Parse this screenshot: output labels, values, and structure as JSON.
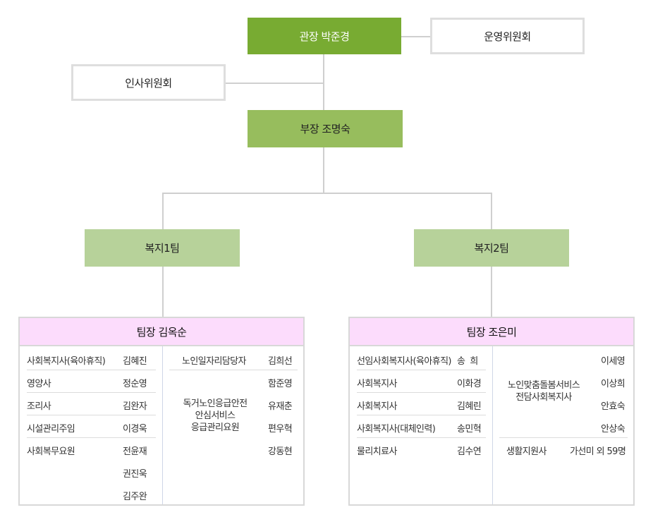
{
  "director": "관장 박준경",
  "committee_operations": "운영위원회",
  "committee_hr": "인사위원회",
  "deputy": "부장 조명숙",
  "team1": {
    "name": "복지1팀",
    "leader": "팀장 김옥순",
    "left_rows": [
      {
        "role": "사회복지사(육아휴직)",
        "name": "김혜진"
      },
      {
        "role": "영양사",
        "name": "정순영"
      },
      {
        "role": "조리사",
        "name": "김완자"
      },
      {
        "role": "시설관리주임",
        "name": "이경욱"
      },
      {
        "role": "사회복무요원",
        "name": "전윤재"
      },
      {
        "role": "",
        "name": "권진욱"
      },
      {
        "role": "",
        "name": "김주완"
      }
    ],
    "right_top": {
      "role": "노인일자리담당자",
      "name": "김희선"
    },
    "right_group": {
      "role_lines": [
        "독거노인응급안전",
        "안심서비스",
        "응급관리요원"
      ],
      "names": [
        "함준영",
        "유재춘",
        "편우혁",
        "강동현"
      ]
    }
  },
  "team2": {
    "name": "복지2팀",
    "leader": "팀장 조은미",
    "left_rows": [
      {
        "role": "선임사회복지사(육아휴직)",
        "name": "송  희"
      },
      {
        "role": "사회복지사",
        "name": "이화경"
      },
      {
        "role": "사회복지사",
        "name": "김혜린"
      },
      {
        "role": "사회복지사(대체인력)",
        "name": "송민혁"
      },
      {
        "role": "물리치료사",
        "name": "김수연"
      }
    ],
    "right_group": {
      "role_lines": [
        "노인맞춤돌봄서비스",
        "전담사회복지사"
      ],
      "names": [
        "이세영",
        "이상희",
        "안효숙",
        "안상숙"
      ]
    },
    "right_bottom": {
      "role": "생활지원사",
      "name": "가선미 외 59명"
    }
  },
  "colors": {
    "director_bg": "#78ab32",
    "deputy_bg": "#97bd5d",
    "team_bg": "#b7d29a",
    "leader_bg": "#fcdcfc",
    "connector": "#cfcfcf"
  }
}
